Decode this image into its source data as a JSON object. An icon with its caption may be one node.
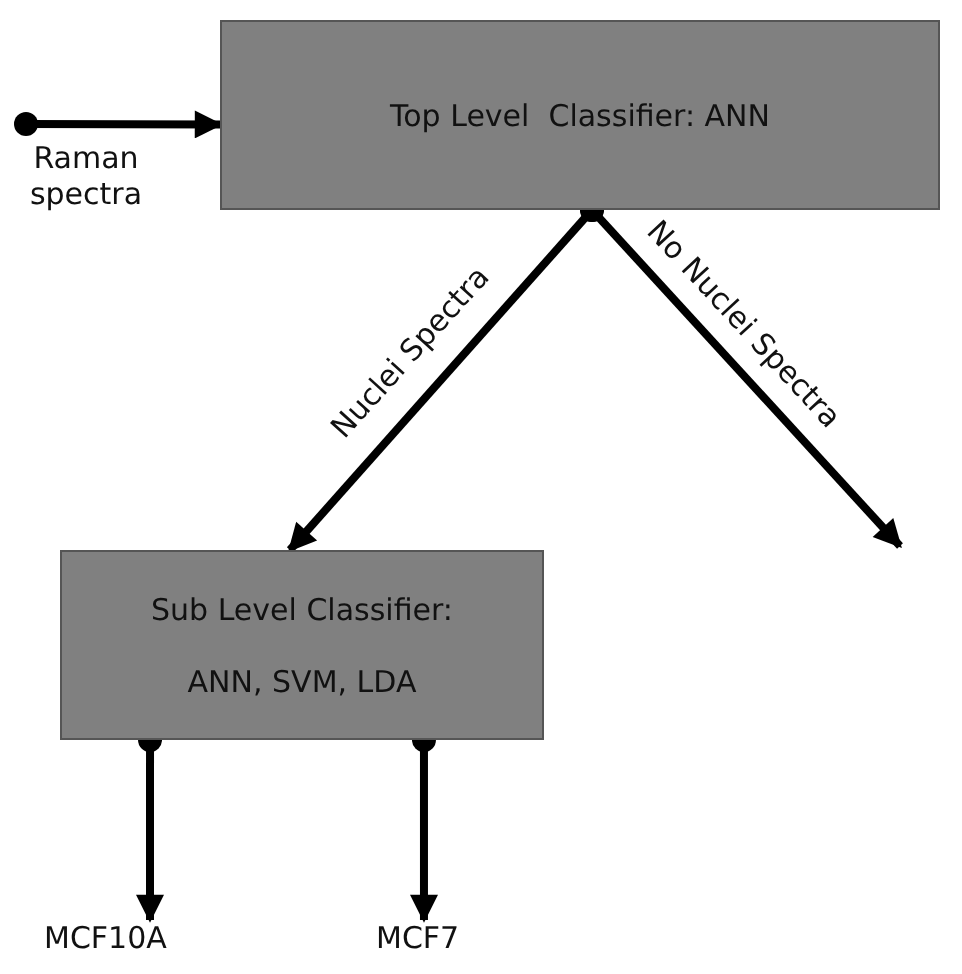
{
  "diagram": {
    "nodes": [
      {
        "text": [
          "Top Level  Classifier: ANN"
        ]
      },
      {
        "text": [
          "Sub Level Classifier:",
          "ANN, SVM, LDA"
        ]
      },
      {
        "text": [
          "MCF10A"
        ]
      },
      {
        "text": [
          "MCF7"
        ]
      }
    ],
    "edges": [
      {
        "from": null,
        "to": 0,
        "arrow": "to",
        "label": "Raman spectra"
      },
      {
        "from": 0,
        "to": 1,
        "arrow": "to",
        "label": "Nuclei Spectra"
      },
      {
        "from": 0,
        "to": null,
        "arrow": "to",
        "label": "No Nuclei Spectra"
      },
      {
        "from": 1,
        "to": 2,
        "arrow": "to"
      },
      {
        "from": 1,
        "to": 3,
        "arrow": "to"
      }
    ]
  }
}
